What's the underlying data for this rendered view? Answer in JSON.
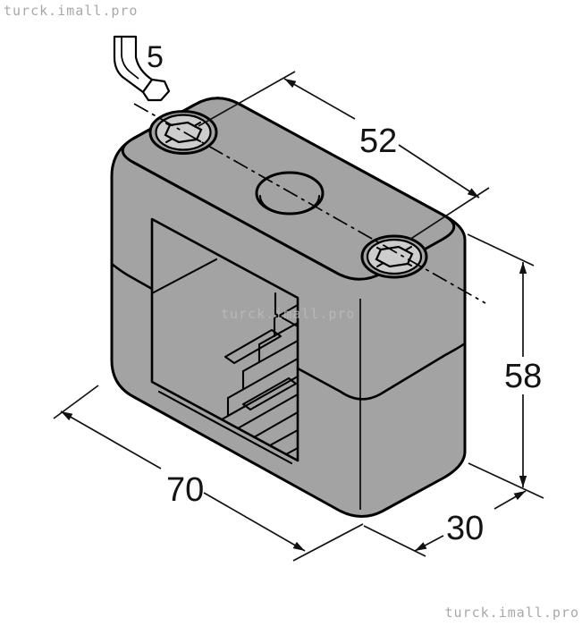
{
  "watermarks": {
    "top_left": "turck.imall.pro",
    "center": "turck.imall.pro",
    "bottom_right": "turck.imall.pro"
  },
  "dimensions": {
    "hex_key_size": "5",
    "top_length": "52",
    "height": "58",
    "bottom_length": "70",
    "depth": "30"
  },
  "colors": {
    "body_gray": "#a3a3a3",
    "screw_face_gray": "#cdcdcd",
    "line_black": "#000000",
    "dimension_text": "#141414",
    "watermark_gray": "#a8a8a8",
    "background": "#ffffff"
  }
}
